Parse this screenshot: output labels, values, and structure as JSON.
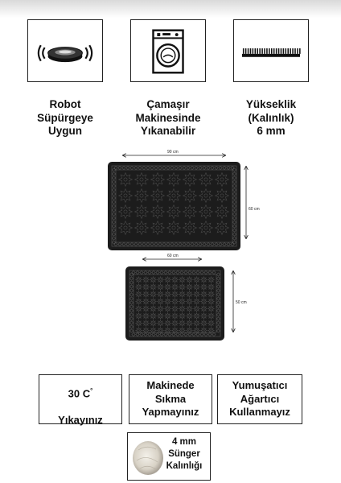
{
  "features": [
    {
      "icon": "robot-vacuum-icon",
      "label": "Robot\nSüpürgeye\nUygun"
    },
    {
      "icon": "washing-machine-icon",
      "label": "Çamaşır\nMakinesinde\nYıkanabilir"
    },
    {
      "icon": "pile-thickness-icon",
      "label": "Yükseklik\n(Kalınlık)\n6 mm"
    }
  ],
  "rugs": [
    {
      "width_label": "90 cm",
      "height_label": "60 cm"
    },
    {
      "width_label": "60 cm",
      "height_label": "50 cm"
    }
  ],
  "care": [
    {
      "text": "30 C",
      "text2": "Yıkayınız",
      "degree": "°"
    },
    {
      "text": "Makinede\nSıkma\nYapmayınız"
    },
    {
      "text": "Yumuşatıcı\nAğartıcı\nKullanmayız"
    }
  ],
  "sponge": {
    "text": "4 mm\nSünger\nKalınlığı"
  },
  "colors": {
    "rug_dark": "#1c1c1c",
    "rug_pattern": "#5a5a5a",
    "border": "#222222"
  }
}
